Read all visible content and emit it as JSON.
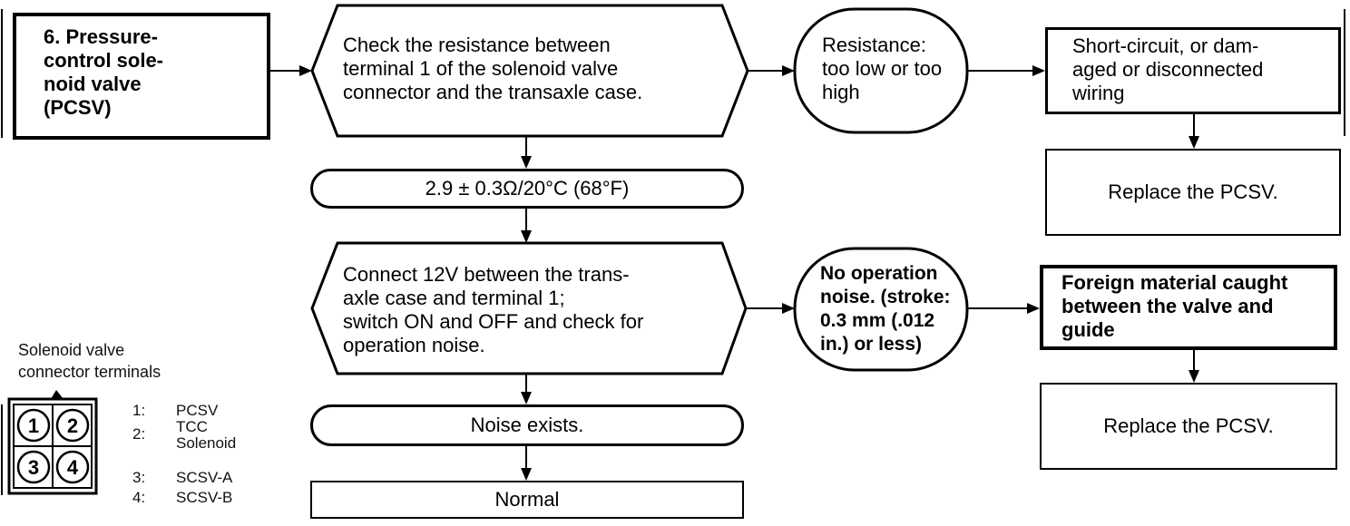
{
  "start_box": {
    "text": "6. Pressure-\ncontrol sole-\nnoid valve\n(PCSV)"
  },
  "step1": {
    "text": "Check the resistance between\nterminal 1 of the solenoid valve\nconnector and the transaxle case."
  },
  "spec": {
    "text": "2.9 ± 0.3Ω/20°C (68°F)"
  },
  "step2": {
    "text": "Connect 12V between the trans-\naxle case and terminal 1;\nswitch ON and OFF and check for\noperation noise."
  },
  "noise": {
    "text": "Noise exists."
  },
  "normal": {
    "text": "Normal"
  },
  "cond1": {
    "text": "Resistance:\ntoo low or too\nhigh"
  },
  "cond2": {
    "text": "No operation\nnoise. (stroke:\n0.3 mm (.012\nin.) or less)"
  },
  "cause1": {
    "text": "Short-circuit, or dam-\naged or disconnected\nwiring"
  },
  "action1": {
    "text": "Replace the PCSV."
  },
  "cause2": {
    "text": "Foreign material caught\nbetween the valve and\nguide"
  },
  "action2": {
    "text": "Replace the PCSV."
  },
  "connector": {
    "title": "Solenoid valve\nconnector terminals",
    "pins": [
      "1",
      "2",
      "3",
      "4"
    ],
    "legend": [
      {
        "num": "1:",
        "label": "PCSV"
      },
      {
        "num": "2:",
        "label": "TCC\nSolenoid"
      },
      {
        "num": "3:",
        "label": "SCSV-A"
      },
      {
        "num": "4:",
        "label": "SCSV-B"
      }
    ]
  }
}
